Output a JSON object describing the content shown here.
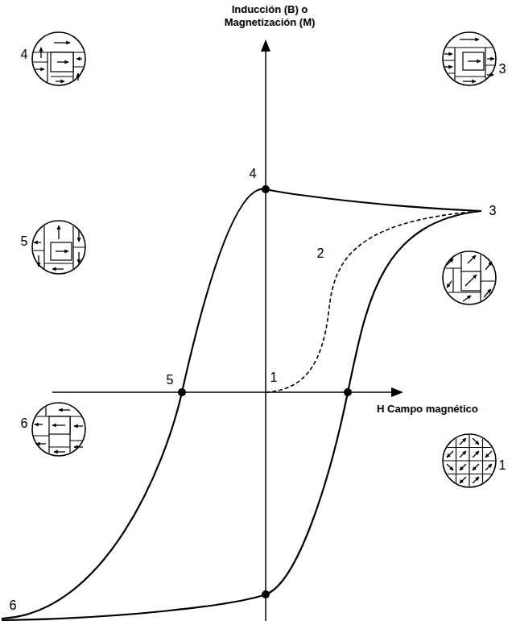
{
  "diagram": {
    "labels": [
      "Inducción (B) o Magnetización (M)",
      "4",
      "3",
      "4",
      "3",
      "5",
      "2",
      "5",
      "1",
      "H Campo magnético",
      "6",
      "1",
      "6"
    ]
  }
}
